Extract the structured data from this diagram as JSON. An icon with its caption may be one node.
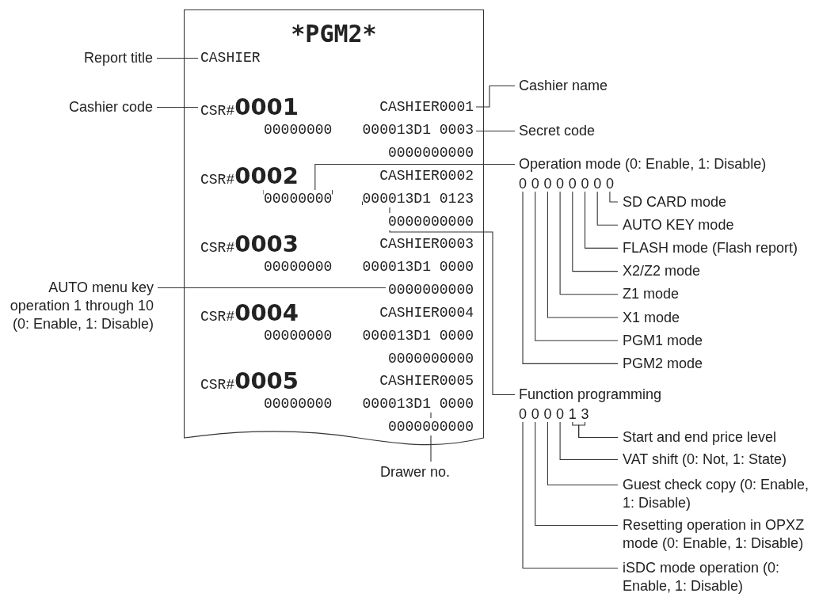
{
  "diagram": {
    "nodes": [
      {
        "text": [
          "*PGM2*"
        ]
      },
      {
        "text": [
          "CASHIER"
        ],
        "in": 0
      },
      {
        "text": [
          "CSR#**0001**"
        ],
        "in": 0
      },
      {
        "text": [
          "CASHIER0001"
        ],
        "in": 0
      },
      {
        "text": [
          "00000000"
        ],
        "in": 0
      },
      {
        "text": [
          "000013D1 0003"
        ],
        "in": 0
      },
      {
        "text": [
          "0000000000"
        ],
        "in": 0
      },
      {
        "text": [
          "CSR#**0002**"
        ],
        "in": 0
      },
      {
        "text": [
          "CASHIER0002"
        ],
        "in": 0
      },
      {
        "text": [
          "00000000"
        ],
        "in": 0
      },
      {
        "text": [
          "000013D1 0123"
        ],
        "in": 0
      },
      {
        "text": [
          "0000000000"
        ],
        "in": 0
      },
      {
        "text": [
          "CSR#**0003**"
        ],
        "in": 0
      },
      {
        "text": [
          "CASHIER0003"
        ],
        "in": 0
      },
      {
        "text": [
          "00000000"
        ],
        "in": 0
      },
      {
        "text": [
          "000013D1 0000"
        ],
        "in": 0
      },
      {
        "text": [
          "0000000000"
        ],
        "in": 0
      },
      {
        "text": [
          "CSR#**0004**"
        ],
        "in": 0
      },
      {
        "text": [
          "CASHIER0004"
        ],
        "in": 0
      },
      {
        "text": [
          "00000000"
        ],
        "in": 0
      },
      {
        "text": [
          "000013D1 0000"
        ],
        "in": 0
      },
      {
        "text": [
          "0000000000"
        ],
        "in": 0
      },
      {
        "text": [
          "CSR#**0005**"
        ],
        "in": 0
      },
      {
        "text": [
          "CASHIER0005"
        ],
        "in": 0
      },
      {
        "text": [
          "00000000"
        ],
        "in": 0
      },
      {
        "text": [
          "000013D1 0000"
        ],
        "in": 0
      },
      {
        "text": [
          "0000000000"
        ],
        "in": 0
      },
      {
        "text": [
          "Report title"
        ]
      },
      {
        "text": [
          "Cashier code"
        ]
      },
      {
        "text": [
          "AUTO menu key operation 1 through 10 (0: Enable, 1: Disable)"
        ]
      },
      {
        "text": [
          "Cashier name"
        ]
      },
      {
        "text": [
          "Secret code"
        ]
      },
      {
        "text": [
          "Operation mode (0: Enable, 1: Disable)"
        ]
      },
      {
        "text": [
          "0"
        ]
      },
      {
        "text": [
          "0"
        ]
      },
      {
        "text": [
          "0"
        ]
      },
      {
        "text": [
          "0"
        ]
      },
      {
        "text": [
          "0"
        ]
      },
      {
        "text": [
          "0"
        ]
      },
      {
        "text": [
          "0"
        ]
      },
      {
        "text": [
          "0"
        ]
      },
      {
        "text": [
          "SD CARD mode"
        ]
      },
      {
        "text": [
          "AUTO KEY mode"
        ]
      },
      {
        "text": [
          "FLASH mode (Flash report)"
        ]
      },
      {
        "text": [
          "X2/Z2 mode"
        ]
      },
      {
        "text": [
          "Z1 mode"
        ]
      },
      {
        "text": [
          "X1 mode"
        ]
      },
      {
        "text": [
          "PGM1 mode"
        ]
      },
      {
        "text": [
          "PGM2 mode"
        ]
      },
      {
        "text": [
          "Function programming"
        ]
      },
      {
        "text": [
          "0"
        ]
      },
      {
        "text": [
          "0"
        ]
      },
      {
        "text": [
          "0"
        ]
      },
      {
        "text": [
          "0"
        ]
      },
      {
        "text": [
          "1"
        ]
      },
      {
        "text": [
          "3"
        ]
      },
      {
        "text": [
          "Start and end price level"
        ]
      },
      {
        "text": [
          "VAT shift (0: Not, 1: State)"
        ]
      },
      {
        "text": [
          "Guest check copy (0: Enable, 1: Disable)"
        ]
      },
      {
        "text": [
          "Resetting operation in OPXZ mode (0: Enable, 1: Disable)"
        ]
      },
      {
        "text": [
          "iSDC mode operation (0: Enable, 1: Disable)"
        ]
      },
      {
        "text": [
          "Drawer no."
        ]
      }
    ],
    "edges": [
      {
        "from": 27,
        "to": 1,
        "arrow": "none"
      },
      {
        "from": 28,
        "to": 2,
        "arrow": "none"
      },
      {
        "from": 29,
        "to": 16,
        "arrow": "none"
      },
      {
        "from": 30,
        "to": 3,
        "arrow": "none"
      },
      {
        "from": 31,
        "to": 5,
        "arrow": "none"
      },
      {
        "from": 32,
        "to": 9,
        "arrow": "none"
      },
      {
        "from": 49,
        "to": 10,
        "arrow": "none"
      },
      {
        "from": 61,
        "to": 25,
        "arrow": "none"
      },
      {
        "from": 40,
        "to": 41,
        "arrow": "none"
      },
      {
        "from": 39,
        "to": 42,
        "arrow": "none"
      },
      {
        "from": 38,
        "to": 43,
        "arrow": "none"
      },
      {
        "from": 37,
        "to": 44,
        "arrow": "none"
      },
      {
        "from": 36,
        "to": 45,
        "arrow": "none"
      },
      {
        "from": 35,
        "to": 46,
        "arrow": "none"
      },
      {
        "from": 34,
        "to": 47,
        "arrow": "none"
      },
      {
        "from": 33,
        "to": 48,
        "arrow": "none"
      },
      {
        "from": 54,
        "to": 56,
        "arrow": "none"
      },
      {
        "from": 55,
        "to": 56,
        "arrow": "none"
      },
      {
        "from": 53,
        "to": 57,
        "arrow": "none"
      },
      {
        "from": 52,
        "to": 58,
        "arrow": "none"
      },
      {
        "from": 51,
        "to": 59,
        "arrow": "none"
      },
      {
        "from": 50,
        "to": 60,
        "arrow": "none"
      }
    ]
  }
}
